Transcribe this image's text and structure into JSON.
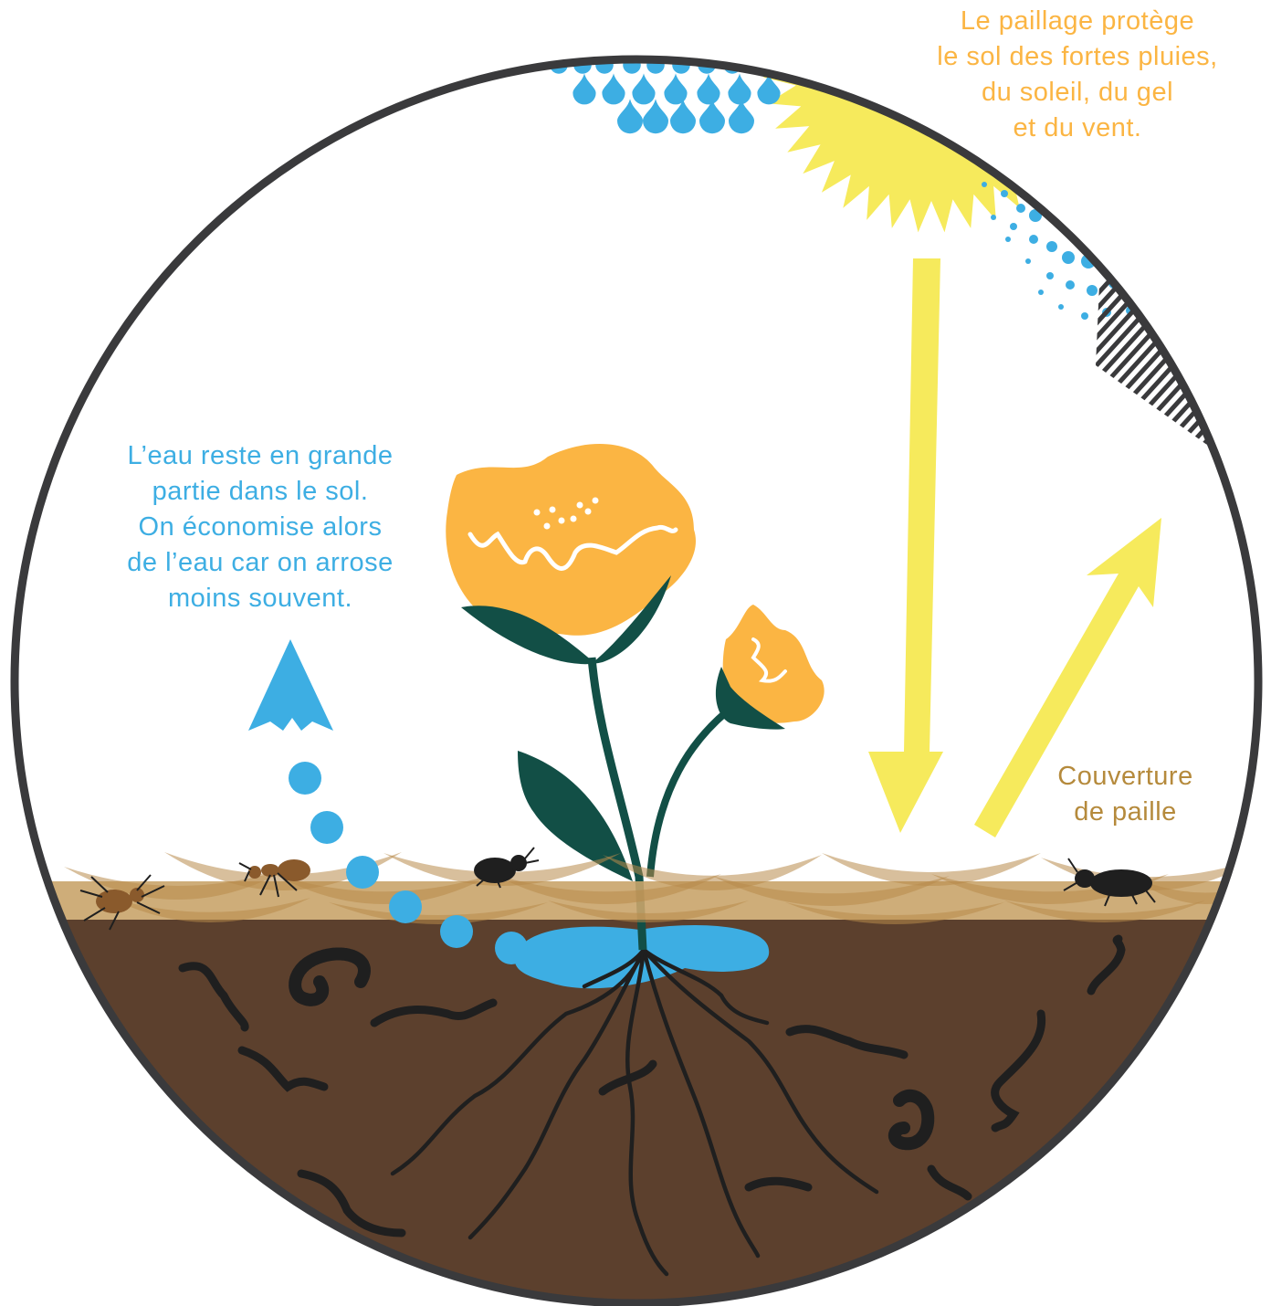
{
  "colors": {
    "sky": "#ffffff",
    "soil": "#5c402d",
    "straw": "#c9a46a",
    "water": "#3daee3",
    "sun": "#f6ea5c",
    "petal": "#fbb543",
    "leaf": "#124f46",
    "outline": "#3a3a3c",
    "creature": "#1f1f1f",
    "text_protect": "#fbb543",
    "text_water": "#3daee3",
    "text_straw": "#b58a3c"
  },
  "icons": [
    "raindrops-icon",
    "sun-icon",
    "wind-dots-icon",
    "wind-hatch-icon",
    "flower-icon",
    "spider-icon",
    "ant-icon",
    "beetle-icon",
    "earthworm-icon",
    "millipede-icon"
  ],
  "labels": {
    "protect": [
      "Le paillage protège",
      "le sol des fortes pluies,",
      "du soleil, du gel",
      "et du vent."
    ],
    "water": [
      "L’eau reste en grande",
      "partie dans le sol.",
      "On économise alors",
      "de l’eau car on arrose",
      "moins souvent."
    ],
    "straw": [
      "Couverture",
      "de paille"
    ]
  }
}
